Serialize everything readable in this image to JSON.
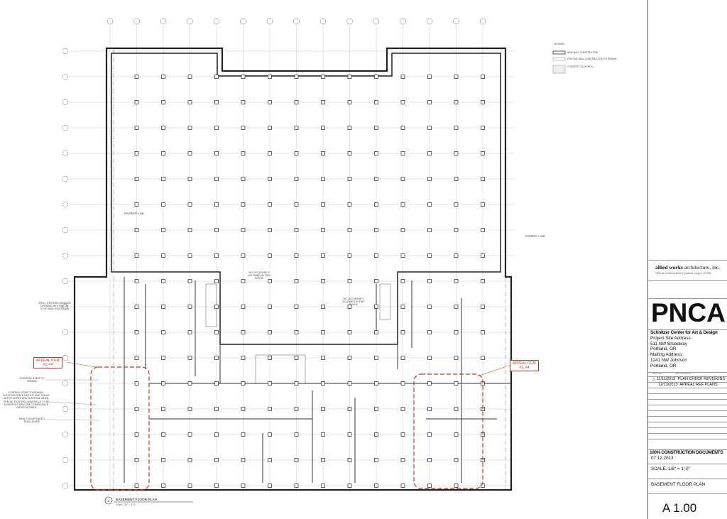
{
  "legend": {
    "title": "LEGEND:",
    "items": [
      "NEW WALL CONSTRUCTION",
      "EXISTING WALL CONSTRUCTION TO REMAIN",
      "CONCRETE SLAB INFILL"
    ]
  },
  "plan": {
    "property_line_left": "PROPERTY LINE",
    "property_line_right": "PROPERTY LINE",
    "appeal_left": {
      "line1": "APPEAL ITEM",
      "line2": "#3, #4"
    },
    "appeal_right": {
      "line1": "APPEAL ITEM",
      "line2": "#3, #4"
    },
    "note_existing_stair": "EXISTING STAIR TO REMAIN",
    "note_stair_compliance": "EXISTING STAIR TO REMAIN. EXISTING RISER HEIGHT AND TREAD DEPTH APPROVED IN APPEAL #8206. ITEM #6. EXISTING HANDRAILS TO BE MODIFIED FOR CODE COMPLIANCE ON BOTH SIDES",
    "note_enclosure": "NEW 2-HOUR RATED ENCLOSURE",
    "note_wall_opening": "INFILL EXISTING WINDOW OPENING WITH METAL STUD WALL PARTITION",
    "note_no_occupancy_1": "NO OCCUPANCY ALLOWED IN THIS SPACE",
    "note_no_occupancy_2": "NO OCCUPANCY ALLOWED IN THIS SPACE",
    "view_title": "BASEMENT FLOOR PLAN",
    "view_scale": "Scale: 1/8\" = 1'-0\"",
    "view_number": "1"
  },
  "title_block": {
    "firm_name_bold": "allied works",
    "firm_name_rest": "architecture, inc.",
    "firm_address": "1532 sw morrison street | portland, oregon | 97205",
    "project_code": "PNCA",
    "project_name": "Schnitzer Center for Art & Design",
    "site_address_label": "Project Site Address:",
    "site_address_1": "511 NW Broadway",
    "site_address_2": "Portland, OR",
    "mailing_address_label": "Mailing Address:",
    "mailing_address_1": "1241 NW Johnson",
    "mailing_address_2": "Portland, OR",
    "issue_date_header": "issue date",
    "issue_desc_header": "issue description",
    "revisions": [
      {
        "date": "11/11/2013",
        "description": "PLAN CHECK REVISIONS",
        "delta": true
      },
      {
        "date": "12/13/2013",
        "description": "APPEAL REF PLANS",
        "delta": false
      }
    ],
    "phase": "100% CONSTRUCTION DOCUMENTS",
    "phase_date": "07.12.2013",
    "scale": "SCALE: 1/8\" = 1'-0\"",
    "sheet_title": "BASEMENT FLOOR PLAN",
    "sheet_number": "A 1.00"
  },
  "colors": {
    "appeal_red": "#c0392b",
    "line": "#222222"
  }
}
